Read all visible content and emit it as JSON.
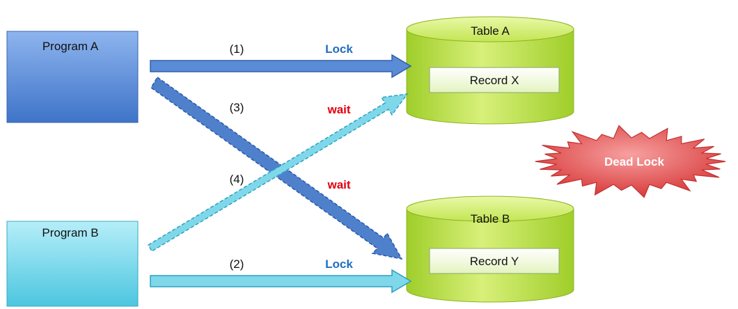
{
  "programs": {
    "a": {
      "label": "Program A"
    },
    "b": {
      "label": "Program B"
    }
  },
  "tables": {
    "a": {
      "label": "Table A",
      "record": "Record X"
    },
    "b": {
      "label": "Table B",
      "record": "Record Y"
    }
  },
  "arrows": {
    "step1": {
      "number": "(1)",
      "action": "Lock"
    },
    "step2": {
      "number": "(2)",
      "action": "Lock"
    },
    "step3": {
      "number": "(3)",
      "action": "wait"
    },
    "step4": {
      "number": "(4)",
      "action": "wait"
    }
  },
  "deadlock": {
    "label": "Dead Lock"
  },
  "colors": {
    "program_a": "#5a8bd6",
    "program_b": "#7fd8ea",
    "table_green": "#b5dc3c",
    "lock_text": "#1f6fc1",
    "wait_text": "#e3000f",
    "deadlock_red": "#e05555"
  }
}
